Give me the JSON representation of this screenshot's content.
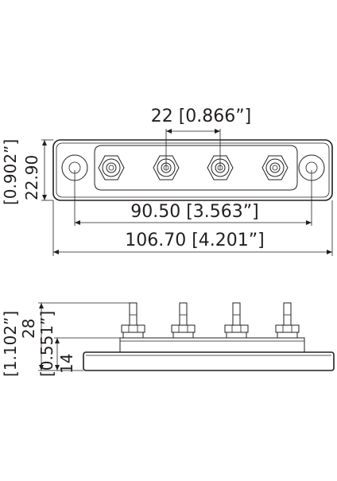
{
  "top_view": {
    "dim_spacing": "22 [0.866”]",
    "dim_height_in": "[0.902”]",
    "dim_height_mm": "22.90",
    "dim_hole_span": "90.50 [3.563”]",
    "dim_overall_width": "106.70 [4.201”]"
  },
  "side_view": {
    "dim_total_height_in": "[1.102”]",
    "dim_total_height_mm": "28",
    "dim_base_height_in": "[0.551”]",
    "dim_base_height_mm": "14"
  },
  "colors": {
    "line": "#231f20",
    "background": "#ffffff"
  }
}
